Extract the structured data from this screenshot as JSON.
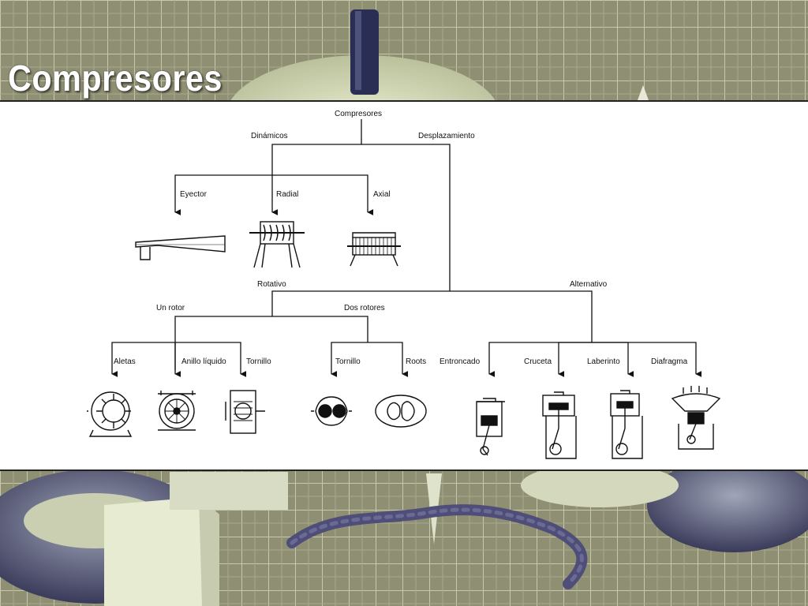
{
  "slide": {
    "title": "Compresores"
  },
  "tree": {
    "root": "Compresores",
    "dinamicos": {
      "label": "Dinámicos",
      "children": [
        "Eyector",
        "Radial",
        "Axial"
      ]
    },
    "desplazamiento": {
      "label": "Desplazamiento",
      "rotativo": {
        "label": "Rotativo",
        "un_rotor": {
          "label": "Un rotor",
          "children": [
            "Aletas",
            "Anillo líquido",
            "Tornillo"
          ]
        },
        "dos_rotores": {
          "label": "Dos rotores",
          "children": [
            "Tornillo",
            "Roots"
          ]
        }
      },
      "alternativo": {
        "label": "Alternativo",
        "children": [
          "Entroncado",
          "Cruceta",
          "Laberinto",
          "Diafragma"
        ]
      }
    }
  },
  "icons": [
    "eyector-icon",
    "radial-compressor-icon",
    "axial-compressor-icon",
    "vane-compressor-icon",
    "liquid-ring-compressor-icon",
    "single-screw-compressor-icon",
    "twin-screw-compressor-icon",
    "roots-blower-icon",
    "trunk-piston-compressor-icon",
    "crosshead-compressor-icon",
    "labyrinth-compressor-icon",
    "diaphragm-compressor-icon"
  ]
}
